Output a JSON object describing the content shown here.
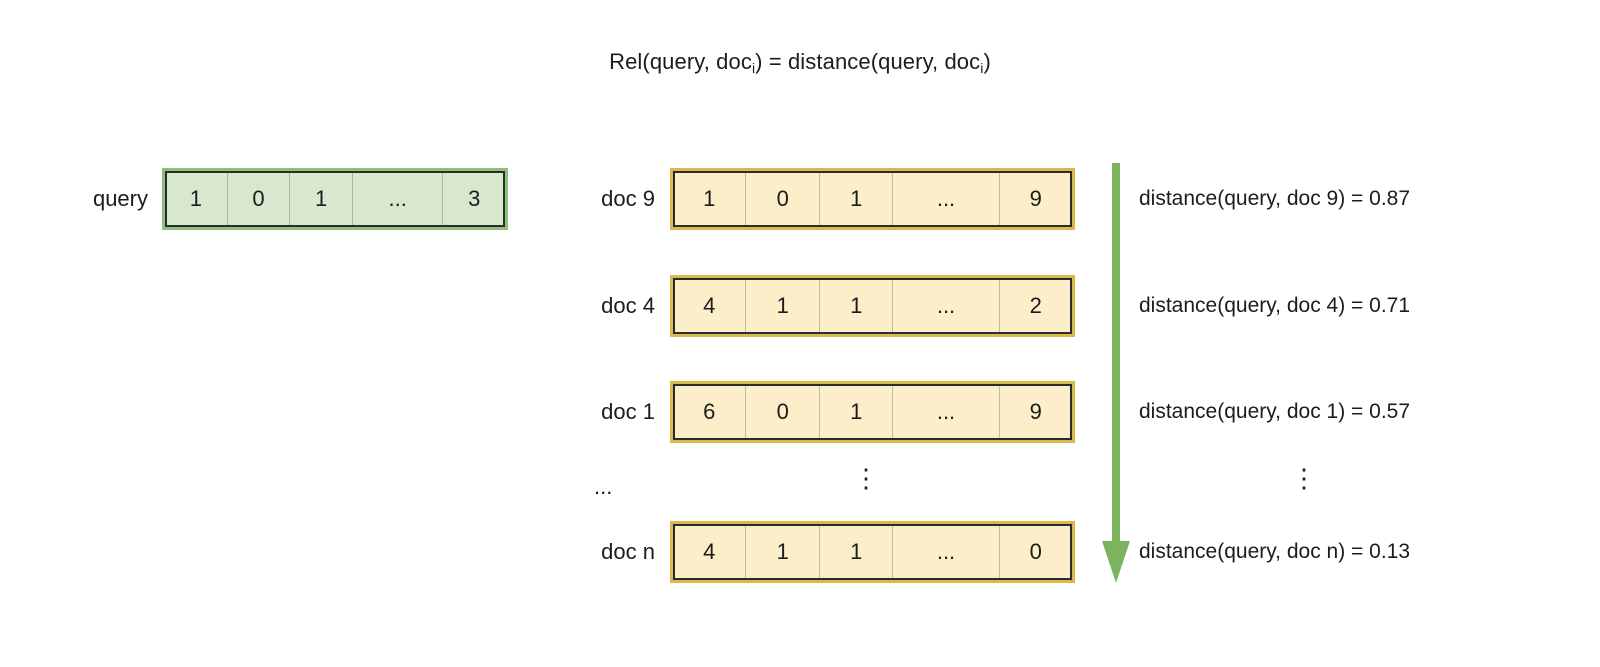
{
  "title": {
    "prefix": "Rel(query, doc",
    "sub1": "i",
    "middle": ") = distance(query, doc",
    "sub2": "i",
    "suffix": ")"
  },
  "colors": {
    "query_fill": "#d7e8cf",
    "query_border": "#8ec07c",
    "doc_fill": "#fbeec9",
    "doc_border": "#d9b84c",
    "inner_border": "#2b2b2b",
    "arrow": "#7cb35e",
    "text": "#1c1c1c",
    "background": "#ffffff"
  },
  "query": {
    "label": "query",
    "cells": [
      "1",
      "0",
      "1",
      "...",
      "3"
    ]
  },
  "documents": {
    "ellipsis_label": "...",
    "ellipsis_vertical": "⋮",
    "rows": [
      {
        "label": "doc 9",
        "cells": [
          "1",
          "0",
          "1",
          "...",
          "9"
        ]
      },
      {
        "label": "doc 4",
        "cells": [
          "4",
          "1",
          "1",
          "...",
          "2"
        ]
      },
      {
        "label": "doc 1",
        "cells": [
          "6",
          "0",
          "1",
          "...",
          "9"
        ]
      },
      {
        "label": "doc n",
        "cells": [
          "4",
          "1",
          "1",
          "...",
          "0"
        ]
      }
    ]
  },
  "distances": {
    "ellipsis_vertical": "⋮",
    "items": [
      {
        "text": "distance(query, doc 9) = 0.87",
        "doc": "doc 9",
        "value": 0.87
      },
      {
        "text": "distance(query, doc 4) = 0.71",
        "doc": "doc 4",
        "value": 0.71
      },
      {
        "text": "distance(query, doc 1) = 0.57",
        "doc": "doc 1",
        "value": 0.57
      },
      {
        "text": "distance(query, doc n) = 0.13",
        "doc": "doc n",
        "value": 0.13
      }
    ]
  },
  "arrow": {
    "name": "ranking-arrow",
    "direction": "down"
  }
}
